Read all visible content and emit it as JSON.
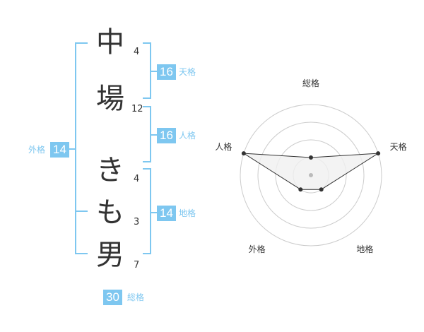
{
  "name": {
    "chars": [
      {
        "char": "中",
        "strokes": "4"
      },
      {
        "char": "場",
        "strokes": "12"
      },
      {
        "char": "き",
        "strokes": "4"
      },
      {
        "char": "も",
        "strokes": "3"
      },
      {
        "char": "男",
        "strokes": "7"
      }
    ]
  },
  "kaku": {
    "ten": {
      "label": "天格",
      "value": "16"
    },
    "jin": {
      "label": "人格",
      "value": "16"
    },
    "chi": {
      "label": "地格",
      "value": "14"
    },
    "gai": {
      "label": "外格",
      "value": "14"
    },
    "sou": {
      "label": "総格",
      "value": "30"
    }
  },
  "chart_data": {
    "type": "radar",
    "axes": [
      "総格",
      "天格",
      "地格",
      "外格",
      "人格"
    ],
    "values": [
      1,
      4,
      1,
      1,
      4
    ],
    "max": 4,
    "rings": 4,
    "colors": {
      "fill": "#f0f0f0",
      "line": "#333333",
      "ring": "#cccccc",
      "point": "#333333",
      "center": "#bbbbbb"
    }
  },
  "colors": {
    "accent": "#7ec7f0"
  }
}
